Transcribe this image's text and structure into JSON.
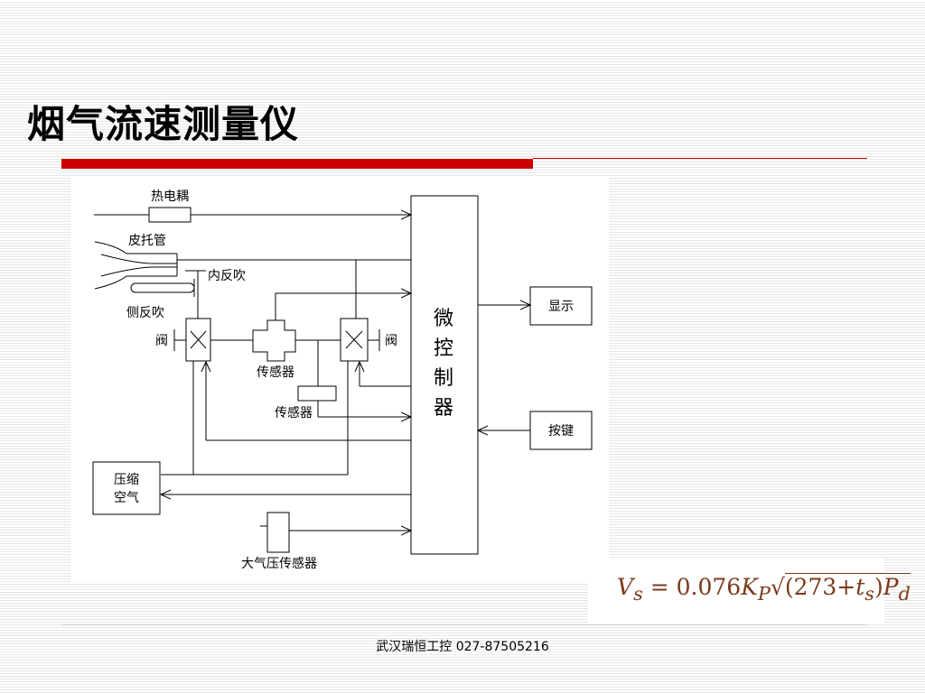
{
  "slide": {
    "title": "烟气流速测量仪"
  },
  "diagram": {
    "labels": {
      "thermocouple": "热电耦",
      "pitot_tube": "皮托管",
      "inner_blowback": "内反吹",
      "side_blowback": "侧反吹",
      "valve_left": "阀",
      "valve_right": "阀",
      "sensor_1": "传感器",
      "sensor_2": "传感器",
      "microcontroller": [
        "微",
        "控",
        "制",
        "器"
      ],
      "display": "显示",
      "keys": "按键",
      "compressed_air_1": "压缩",
      "compressed_air_2": "空气",
      "atm_sensor": "大气压传感器"
    }
  },
  "formula": {
    "text": "Vs = 0.076KP√(273+ts)Pd",
    "lhs": "V",
    "lhs_sub": "s",
    "equals": " = 0.076",
    "k": "K",
    "k_sub": "P",
    "sqrt": "√",
    "inner_open": "(273+",
    "t": "t",
    "t_sub": "s",
    "inner_close": ")",
    "p": "P",
    "p_sub": "d"
  },
  "footer": {
    "text": "武汉瑞恒工控 027-87505216"
  },
  "colors": {
    "accent_red": "#cc0000",
    "formula_color": "#7a3a1a"
  }
}
